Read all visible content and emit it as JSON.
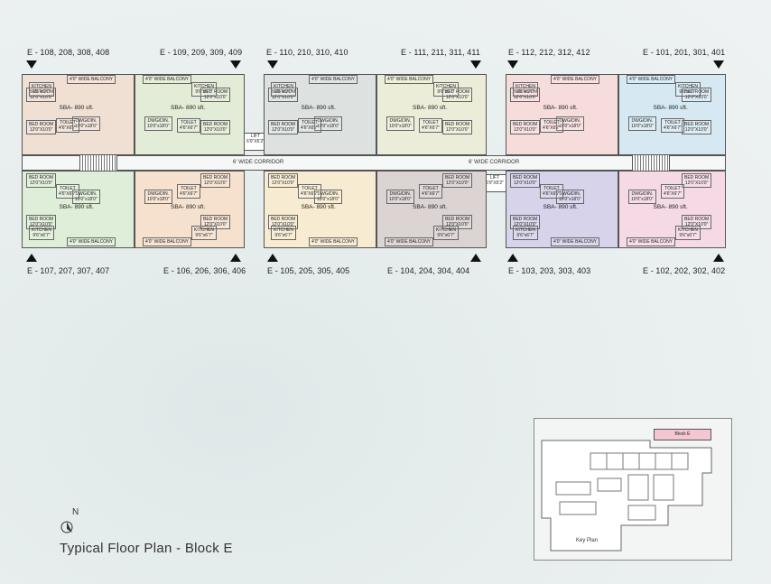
{
  "units_top": [
    {
      "label": "E - 108, 208, 308, 408",
      "color": "#f0e0d4"
    },
    {
      "label": "E - 109, 209, 309, 409",
      "color": "#e3ecd6"
    },
    {
      "label": "E - 110, 210, 310, 410",
      "color": "#dde2e0"
    },
    {
      "label": "E - 111, 211, 311, 411",
      "color": "#ebedd8"
    },
    {
      "label": "E - 112, 212, 312, 412",
      "color": "#f7dcdc"
    },
    {
      "label": "E - 101, 201, 301, 401",
      "color": "#d6e9f3"
    }
  ],
  "units_bottom": [
    {
      "label": "E - 107, 207, 307, 407",
      "color": "#dfeed8"
    },
    {
      "label": "E - 106, 206, 306, 406",
      "color": "#f6e1cf"
    },
    {
      "label": "E - 105, 205, 305, 405",
      "color": "#f7ecd2"
    },
    {
      "label": "E - 104, 204, 304, 404",
      "color": "#dcd3d3"
    },
    {
      "label": "E - 103, 203, 303, 403",
      "color": "#d6d3ea"
    },
    {
      "label": "E - 102, 202, 302, 402",
      "color": "#f5d9e4"
    }
  ],
  "rooms": {
    "bedroom": "BED ROOM",
    "bedroom_size": "12'0\"X10'0\"",
    "kitchen": "KITCHEN",
    "kitchen_size": "9'6\"x6'7\"",
    "balcony": "4'0\" WIDE BALCONY",
    "dwg": "DWG/DIN.",
    "dwg_size": "10'0\"x18'0\"",
    "toilet": "TOILET",
    "toilet_size": "4'6\"X6'7\"",
    "sba": "SBA- 890 sft."
  },
  "corridor_left": "6' WIDE CORRIDOR",
  "corridor_right": "6' WIDE CORRIDOR",
  "lift_left": "LIFT",
  "lift_left_size": "6'0\"X5'2\"",
  "lift_right": "LIFT",
  "lift_right_size": "6'0\"X5'2\"",
  "north_label": "N",
  "title": "Typical Floor Plan - Block E",
  "keyplan": {
    "block_label": "Block E",
    "caption": "Key Plan",
    "highlight": "#f4c6d2"
  }
}
